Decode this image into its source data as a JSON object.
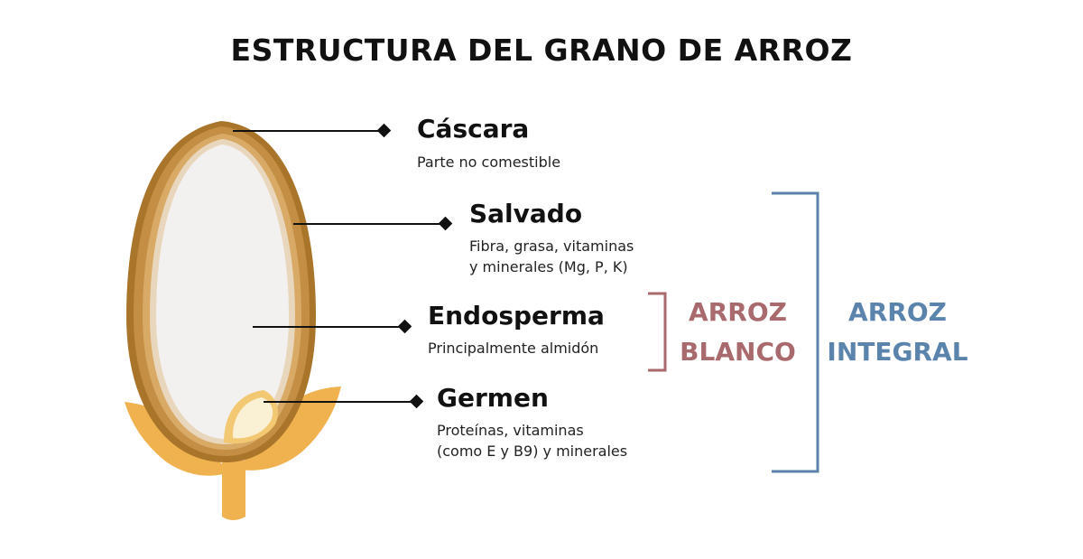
{
  "title": "ESTRUCTURA DEL GRANO DE ARROZ",
  "parts": [
    {
      "name": "Cáscara",
      "description": "Parte no comestible"
    },
    {
      "name": "Salvado",
      "description": "Fibra, grasa, vitaminas\ny minerales (Mg, P, K)"
    },
    {
      "name": "Endosperma",
      "description": "Principalmente almidón"
    },
    {
      "name": "Germen",
      "description": "Proteínas, vitaminas\n(como E y B9) y minerales"
    }
  ],
  "groups": {
    "white_rice": {
      "label": "ARROZ\nBLANCO",
      "color": "#a86a6c"
    },
    "brown_rice": {
      "label": "ARROZ\nINTEGRAL",
      "color": "#5b84ad"
    }
  },
  "colors": {
    "husk": "#a9752a",
    "bran": "#d2a15a",
    "endosperm": "#f3f1f0",
    "germ": "#f7e7b8",
    "leaves": "#f0b24f"
  }
}
